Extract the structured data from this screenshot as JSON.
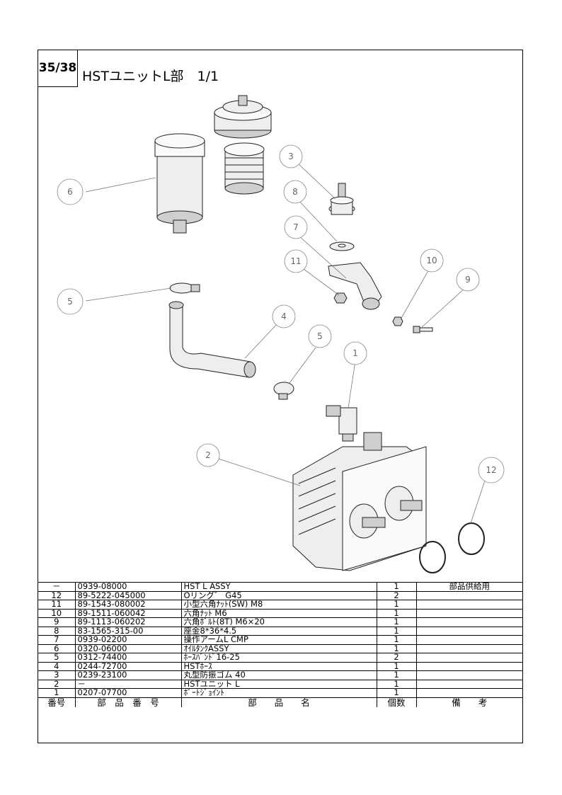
{
  "header": {
    "page": "35/38",
    "title": "HSTユニットL部　1/1"
  },
  "callouts": [
    "1",
    "2",
    "3",
    "4",
    "5",
    "5",
    "6",
    "7",
    "8",
    "9",
    "10",
    "11",
    "12"
  ],
  "columns": {
    "no": "番号",
    "part_number": "部　品　番　号",
    "part_name": "部　　品　　名",
    "qty": "個数",
    "remarks": "備　　考"
  },
  "rows": [
    {
      "no": "－",
      "part_number": "0939-08000",
      "name": "HST L ASSY",
      "qty": "1",
      "remarks": "部品供給用"
    },
    {
      "no": "12",
      "part_number": "89-5222-045000",
      "name": "Oリング゛ G45",
      "qty": "2",
      "remarks": ""
    },
    {
      "no": "11",
      "part_number": "89-1543-080002",
      "name": "小型六角ﾅｯﾄ(SW) M8",
      "qty": "1",
      "remarks": ""
    },
    {
      "no": "10",
      "part_number": "89-1511-060042",
      "name": "六角ﾅｯﾄ M6",
      "qty": "1",
      "remarks": ""
    },
    {
      "no": "9",
      "part_number": "89-1113-060202",
      "name": "六角ﾎﾞﾙﾄ(8T) M6×20",
      "qty": "1",
      "remarks": ""
    },
    {
      "no": "8",
      "part_number": "83-1565-315-00",
      "name": "座金8*36*4.5",
      "qty": "1",
      "remarks": ""
    },
    {
      "no": "7",
      "part_number": "0939-02200",
      "name": "操作アームL CMP",
      "qty": "1",
      "remarks": ""
    },
    {
      "no": "6",
      "part_number": "0320-06000",
      "name": "ｵｲﾙﾀﾝｸASSY",
      "qty": "1",
      "remarks": ""
    },
    {
      "no": "5",
      "part_number": "0312-74400",
      "name": "ﾎｰｽﾊﾞﾝﾄﾞ16-25",
      "qty": "2",
      "remarks": ""
    },
    {
      "no": "4",
      "part_number": "0244-72700",
      "name": "HSTﾎｰｽ",
      "qty": "1",
      "remarks": ""
    },
    {
      "no": "3",
      "part_number": "0239-23100",
      "name": "丸型防振ゴム 40",
      "qty": "1",
      "remarks": ""
    },
    {
      "no": "2",
      "part_number": "－",
      "name": "HSTユニット L",
      "qty": "1",
      "remarks": ""
    },
    {
      "no": "1",
      "part_number": "0207-07700",
      "name": "ﾎﾟｰﾄｼﾞｮｲﾝﾄ",
      "qty": "1",
      "remarks": ""
    }
  ]
}
